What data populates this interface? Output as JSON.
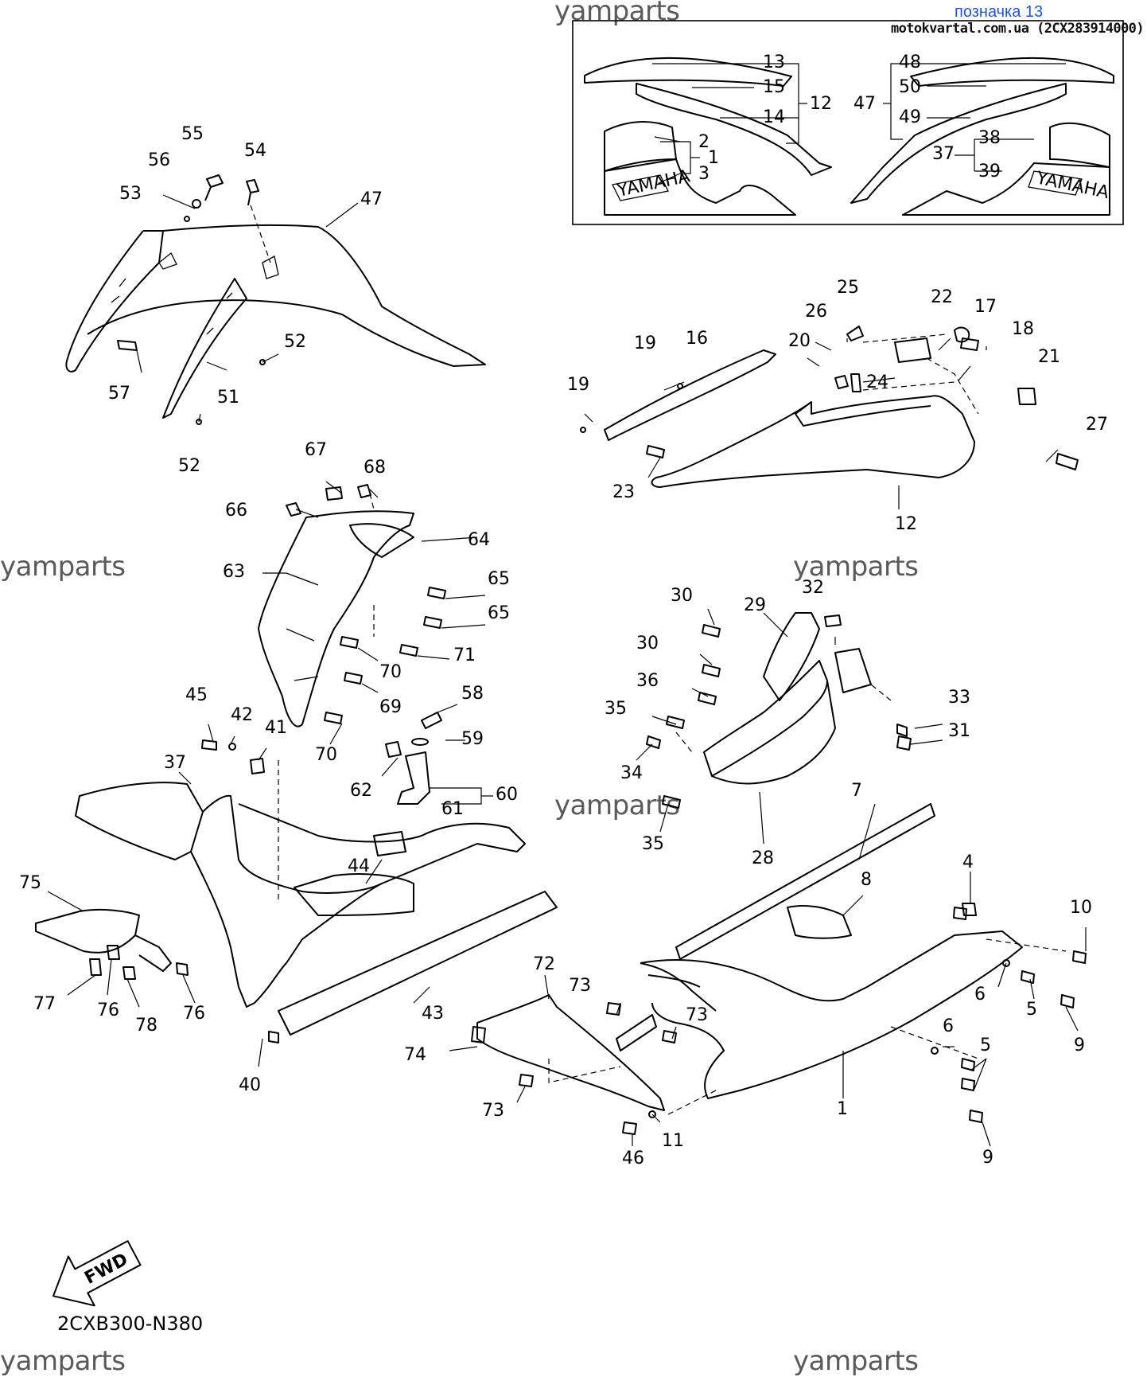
{
  "watermark": "yamparts",
  "reference_link": "позначка 13",
  "source_caption": "motokvartal.com.ua (2CX283914000)",
  "diagram_code": "2CXB300-N380",
  "fwd_badge": "FWD",
  "decal_text": "YAMAHA",
  "callouts": [
    "1",
    "2",
    "3",
    "4",
    "5",
    "6",
    "7",
    "8",
    "9",
    "10",
    "11",
    "12",
    "13",
    "14",
    "15",
    "16",
    "17",
    "18",
    "19",
    "20",
    "21",
    "22",
    "23",
    "24",
    "25",
    "26",
    "27",
    "28",
    "29",
    "30",
    "31",
    "32",
    "33",
    "34",
    "35",
    "36",
    "37",
    "38",
    "39",
    "40",
    "41",
    "42",
    "43",
    "44",
    "45",
    "46",
    "47",
    "48",
    "49",
    "50",
    "51",
    "52",
    "53",
    "54",
    "55",
    "56",
    "57",
    "58",
    "59",
    "60",
    "61",
    "62",
    "63",
    "64",
    "65",
    "66",
    "67",
    "68",
    "69",
    "70",
    "71",
    "72",
    "73",
    "74",
    "75",
    "76",
    "77",
    "78"
  ],
  "icons": [
    "fwd-arrow-icon",
    "parts-outline"
  ]
}
